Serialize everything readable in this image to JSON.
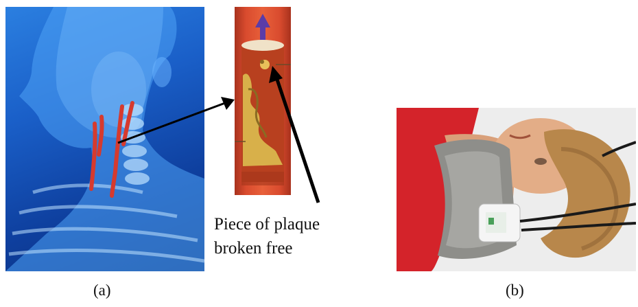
{
  "figure": {
    "annotation": {
      "line1": "Piece of plaque",
      "line2": "broken free"
    },
    "labels": {
      "a": "(a)",
      "b": "(b)"
    }
  },
  "colors": {
    "anatomy_blue": "#1a5fc8",
    "artery_red": "#d94b2e",
    "plaque_yellow": "#d8b04a",
    "collar_gray": "#8e8e8a",
    "shirt_red": "#d4232a",
    "arrow_black": "#000000"
  },
  "icons": {
    "flow_arrow": "flow-direction-arrow",
    "pointer_arrows": "pointer-arrow"
  }
}
